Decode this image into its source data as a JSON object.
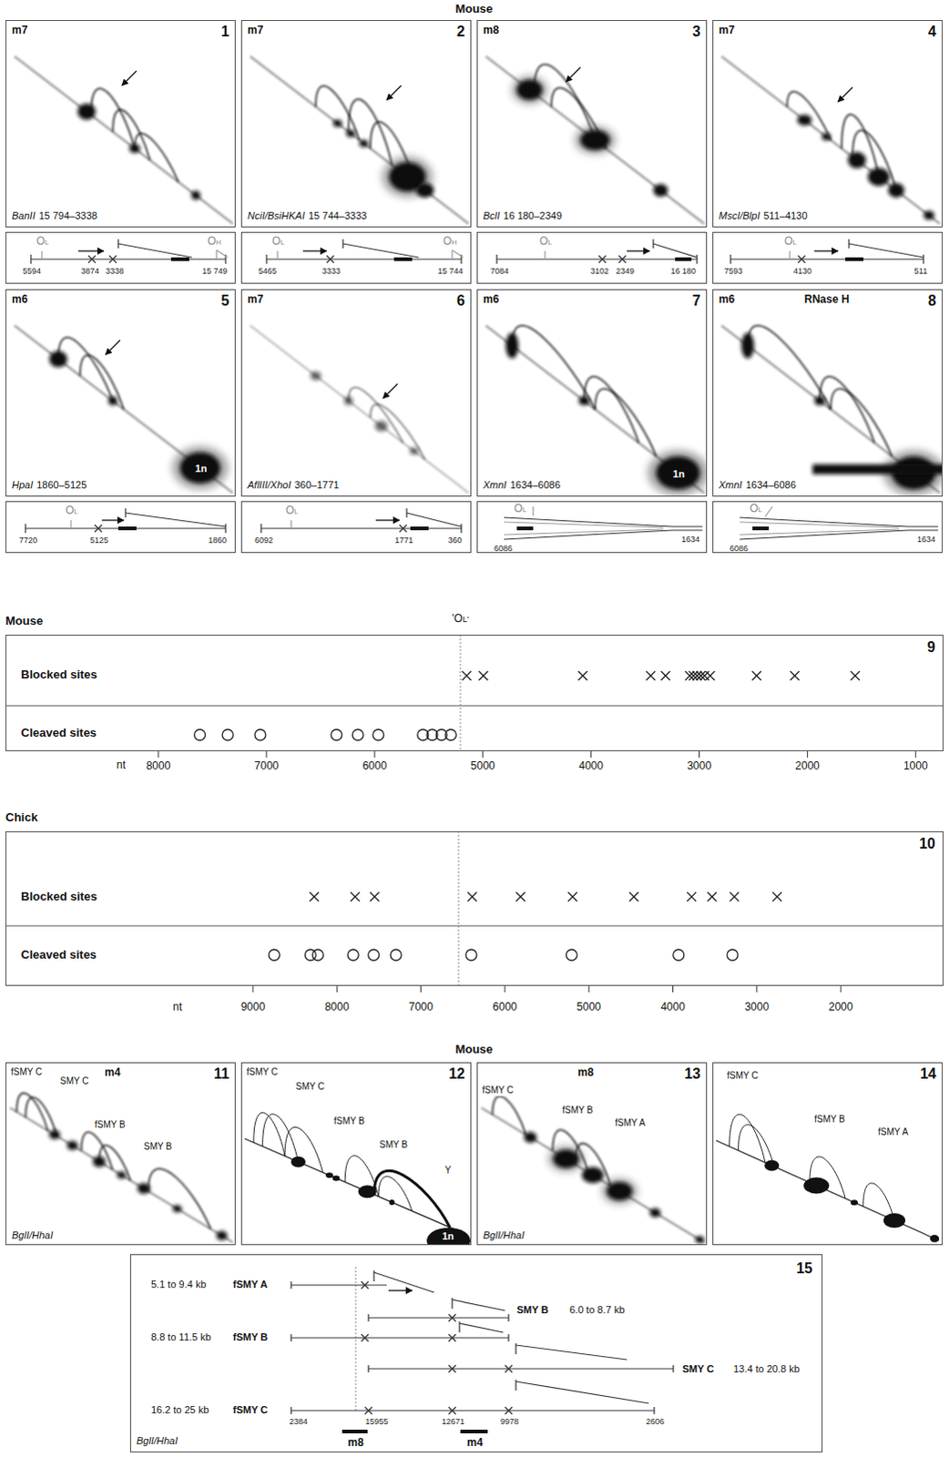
{
  "diagram": {
    "nodes": [
      {
        "text": [
          "m7",
          "1",
          "BanII",
          "15 794–3338"
        ]
      },
      {
        "text": [
          "OL",
          "OH",
          "5594",
          "3874",
          "3338",
          "15 749"
        ]
      },
      {
        "text": [
          "m7",
          "2",
          "NciI/BsiHKAI",
          "15 744–3333"
        ]
      },
      {
        "text": [
          "OL",
          "OH",
          "5465",
          "3333",
          "15 744"
        ]
      },
      {
        "text": [
          "m8",
          "3",
          "BclI",
          "16 180–2349"
        ]
      },
      {
        "text": [
          "OL",
          "7084",
          "3102",
          "2349",
          "16 180"
        ]
      },
      {
        "text": [
          "m7",
          "4",
          "MscI/BlpI",
          "511–4130"
        ]
      },
      {
        "text": [
          "OL",
          "7593",
          "4130",
          "511"
        ]
      },
      {
        "text": [
          "m6",
          "5",
          "1n",
          "HpaI",
          "1860–5125"
        ]
      },
      {
        "text": [
          "OL",
          "7720",
          "5125",
          "1860"
        ]
      },
      {
        "text": [
          "m7",
          "6",
          "AflIII/XhoI",
          "360–1771"
        ]
      },
      {
        "text": [
          "OL",
          "6092",
          "1771",
          "360"
        ]
      },
      {
        "text": [
          "m6",
          "7",
          "1n",
          "XmnI",
          "1634–6086"
        ]
      },
      {
        "text": [
          "OL",
          "6086",
          "1634"
        ]
      },
      {
        "text": [
          "m6",
          "RNase H",
          "8",
          "XmnI",
          "1634–6086"
        ]
      },
      {
        "text": [
          "OL",
          "6086",
          "1634"
        ]
      },
      {
        "text": [
          "9",
          "Blocked sites",
          "Cleaved sites"
        ]
      },
      {
        "text": [
          "10",
          "Blocked sites",
          "Cleaved sites"
        ]
      },
      {
        "text": [
          "m4",
          "11",
          "SMY C",
          "fSMY C",
          "fSMY B",
          "SMY B",
          "BglI/HhaI"
        ]
      },
      {
        "text": [
          "12",
          "fSMY C",
          "SMY C",
          "fSMY B",
          "SMY B",
          "Y",
          "1n"
        ]
      },
      {
        "text": [
          "m8",
          "13",
          "fSMY C",
          "fSMY B",
          "fSMY A",
          "BglI/HhaI"
        ]
      },
      {
        "text": [
          "14",
          "fSMY C",
          "fSMY B",
          "fSMY A"
        ]
      },
      {
        "text": [
          "15",
          "5.1 to 9.4 kb",
          "fSMY A",
          "SMY B",
          "6.0 to 8.7 kb",
          "8.8 to 11.5 kb",
          "fSMY B",
          "SMY C",
          "13.4 to 20.8 kb",
          "16.2 to 25 kb",
          "fSMY C",
          "2384",
          "15955",
          "12671",
          "9978",
          "2606",
          "BglI/HhaI",
          "m8",
          "m4"
        ]
      }
    ],
    "labels": [
      "Mouse",
      "Mouse",
      "'OL'",
      "nt",
      "8000",
      "7000",
      "6000",
      "5000",
      "4000",
      "3000",
      "2000",
      "1000",
      "Chick",
      "nt",
      "9000",
      "8000",
      "7000",
      "6000",
      "5000",
      "4000",
      "3000",
      "2000",
      "Mouse"
    ]
  }
}
